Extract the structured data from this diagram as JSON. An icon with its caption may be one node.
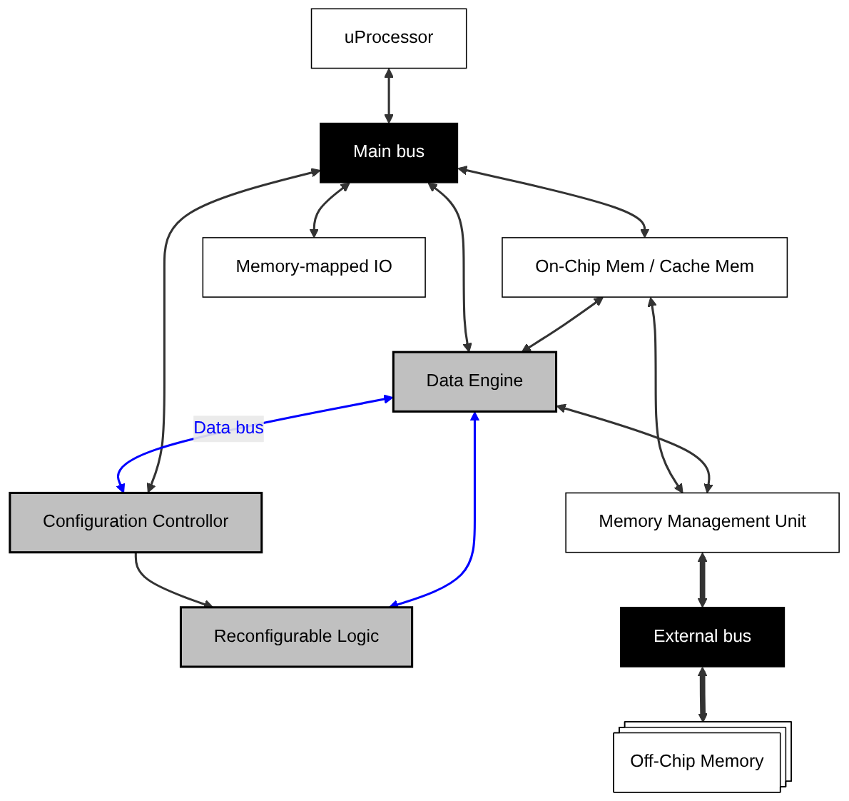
{
  "diagram": {
    "nodes": [
      {
        "text": [
          "uProcessor"
        ]
      },
      {
        "text": [
          "Configuration Controllor"
        ]
      },
      {
        "text": [
          "Reconfigurable Logic"
        ]
      },
      {
        "text": [
          "Main bus"
        ]
      },
      {
        "text": [
          "On-Chip Mem / Cache Mem"
        ]
      },
      {
        "text": [
          "Data Engine"
        ]
      },
      {
        "text": [
          "Memory-mapped IO"
        ]
      },
      {
        "text": [
          "Memory Management Unit"
        ]
      },
      {
        "text": [
          "External bus"
        ]
      },
      {
        "text": [
          "Off-Chip Memory"
        ]
      }
    ],
    "edges": [
      {
        "from": 0,
        "to": 3,
        "arrow": "both"
      },
      {
        "from": 1,
        "to": 3,
        "arrow": "both"
      },
      {
        "from": 1,
        "to": 2,
        "arrow": "to"
      },
      {
        "from": 3,
        "to": 6,
        "arrow": "both"
      },
      {
        "from": 3,
        "to": 4,
        "arrow": "both"
      },
      {
        "from": 3,
        "to": 5,
        "arrow": "both"
      },
      {
        "from": 5,
        "to": 1,
        "arrow": "both",
        "label": "Data bus",
        "color": "#0000ff"
      },
      {
        "from": 5,
        "to": 2,
        "arrow": "both",
        "color": "#0000ff"
      },
      {
        "from": 4,
        "to": 5,
        "arrow": "both"
      },
      {
        "from": 4,
        "to": 7,
        "arrow": "both"
      },
      {
        "from": 5,
        "to": 7,
        "arrow": "both"
      },
      {
        "from": 7,
        "to": 8,
        "arrow": "both",
        "style": "thick"
      },
      {
        "from": 8,
        "to": 9,
        "arrow": "both",
        "style": "thick"
      }
    ]
  }
}
